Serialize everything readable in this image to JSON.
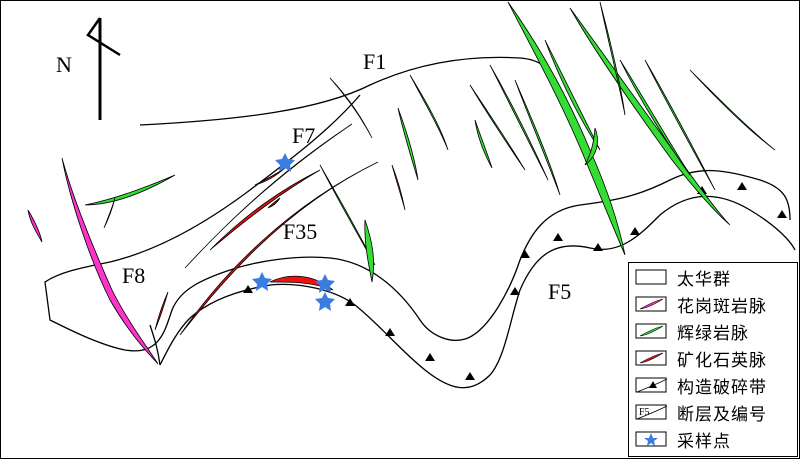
{
  "map": {
    "north_label": "N",
    "fault_labels": {
      "f1": "F1",
      "f7": "F7",
      "f35": "F35",
      "f8": "F8",
      "f5": "F5"
    }
  },
  "colors": {
    "granite_porphyry": "#ff33cc",
    "diabase": "#33dd33",
    "quartz_vein": "#ee1111",
    "sample_star": "#3a7de0",
    "line": "#000000"
  },
  "legend": {
    "items": [
      {
        "id": "taihua",
        "label": "太华群"
      },
      {
        "id": "granite",
        "label": "花岗斑岩脉"
      },
      {
        "id": "diabase",
        "label": "辉绿岩脉"
      },
      {
        "id": "quartz",
        "label": "矿化石英脉"
      },
      {
        "id": "breccia",
        "label": "构造破碎带"
      },
      {
        "id": "fault",
        "label": "断层及编号",
        "swatch_text": "F5"
      },
      {
        "id": "sample",
        "label": "采样点"
      }
    ]
  }
}
